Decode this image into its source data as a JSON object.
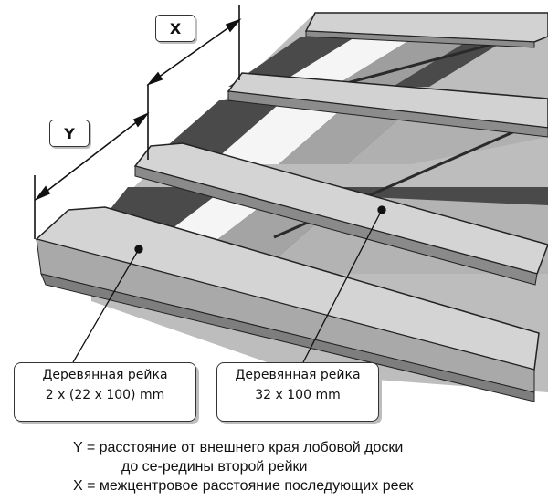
{
  "labels": {
    "x": "X",
    "y": "Y"
  },
  "callouts": {
    "left": {
      "line1": "Деревянная рейка",
      "line2": "2 x (22 x 100) mm"
    },
    "right": {
      "line1": "Деревянная рейка",
      "line2": "32 x 100 mm"
    }
  },
  "legend": {
    "y_line1": "Y = расстояние от внешнего края лобовой доски",
    "y_line2": "до се-редины второй рейки",
    "x_line": "X = межцентровое расстояние последующих реек"
  },
  "colors": {
    "board": "#c6c6c6",
    "board_top": "#d8d8d8",
    "board_edge": "#8c8c8c",
    "dark_strip": "#4a4a4a",
    "light_strip": "#f3f3f3",
    "outline": "#222222"
  }
}
